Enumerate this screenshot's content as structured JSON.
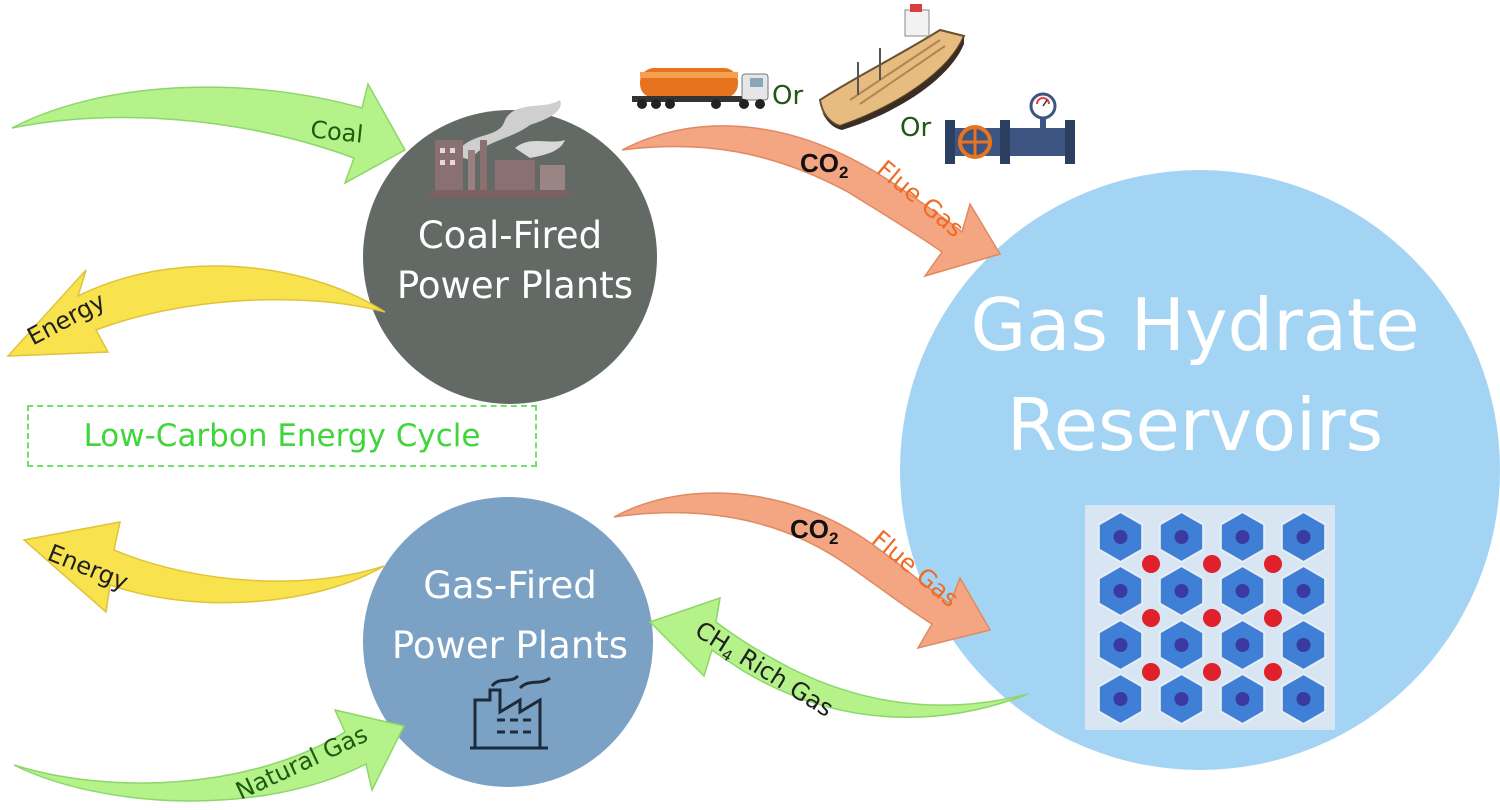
{
  "colors": {
    "coal_node": "#636965",
    "gas_node": "#7ba2c4",
    "hydrate_node": "#a4d4f3",
    "input_arrow": "#b6f28a",
    "energy_arrow": "#f8e34e",
    "flue_arrow": "#f4a682",
    "flue_text": "#f06a20",
    "green_text": "#1f5a12",
    "cycle_text": "#3fd63a"
  },
  "nodes": {
    "coal": {
      "line1": "Coal-Fired",
      "line2": "Power Plants",
      "icon": "factory-smoke-icon"
    },
    "gas": {
      "line1": "Gas-Fired",
      "line2": "Power Plants",
      "icon": "factory-icon"
    },
    "hydrate": {
      "line1": "Gas Hydrate",
      "line2": "Reservoirs",
      "icon": "hydrate-crystal-structure"
    }
  },
  "arrows": {
    "coal_in": "Coal",
    "coal_energy": "Energy",
    "gas_energy": "Energy",
    "natural_gas": "Natural Gas",
    "ch4_prefix": "CH",
    "ch4_sub": "4",
    "ch4_suffix": " Rich Gas",
    "flue_top": "Flue Gas",
    "flue_bottom": "Flue Gas",
    "co2_main": "CO",
    "co2_sub": "2"
  },
  "transport": {
    "icons": [
      "tanker-truck-icon",
      "tanker-ship-icon",
      "pipeline-valve-icon"
    ],
    "or1": "Or",
    "or2": "Or"
  },
  "cycle_label": "Low-Carbon Energy Cycle"
}
